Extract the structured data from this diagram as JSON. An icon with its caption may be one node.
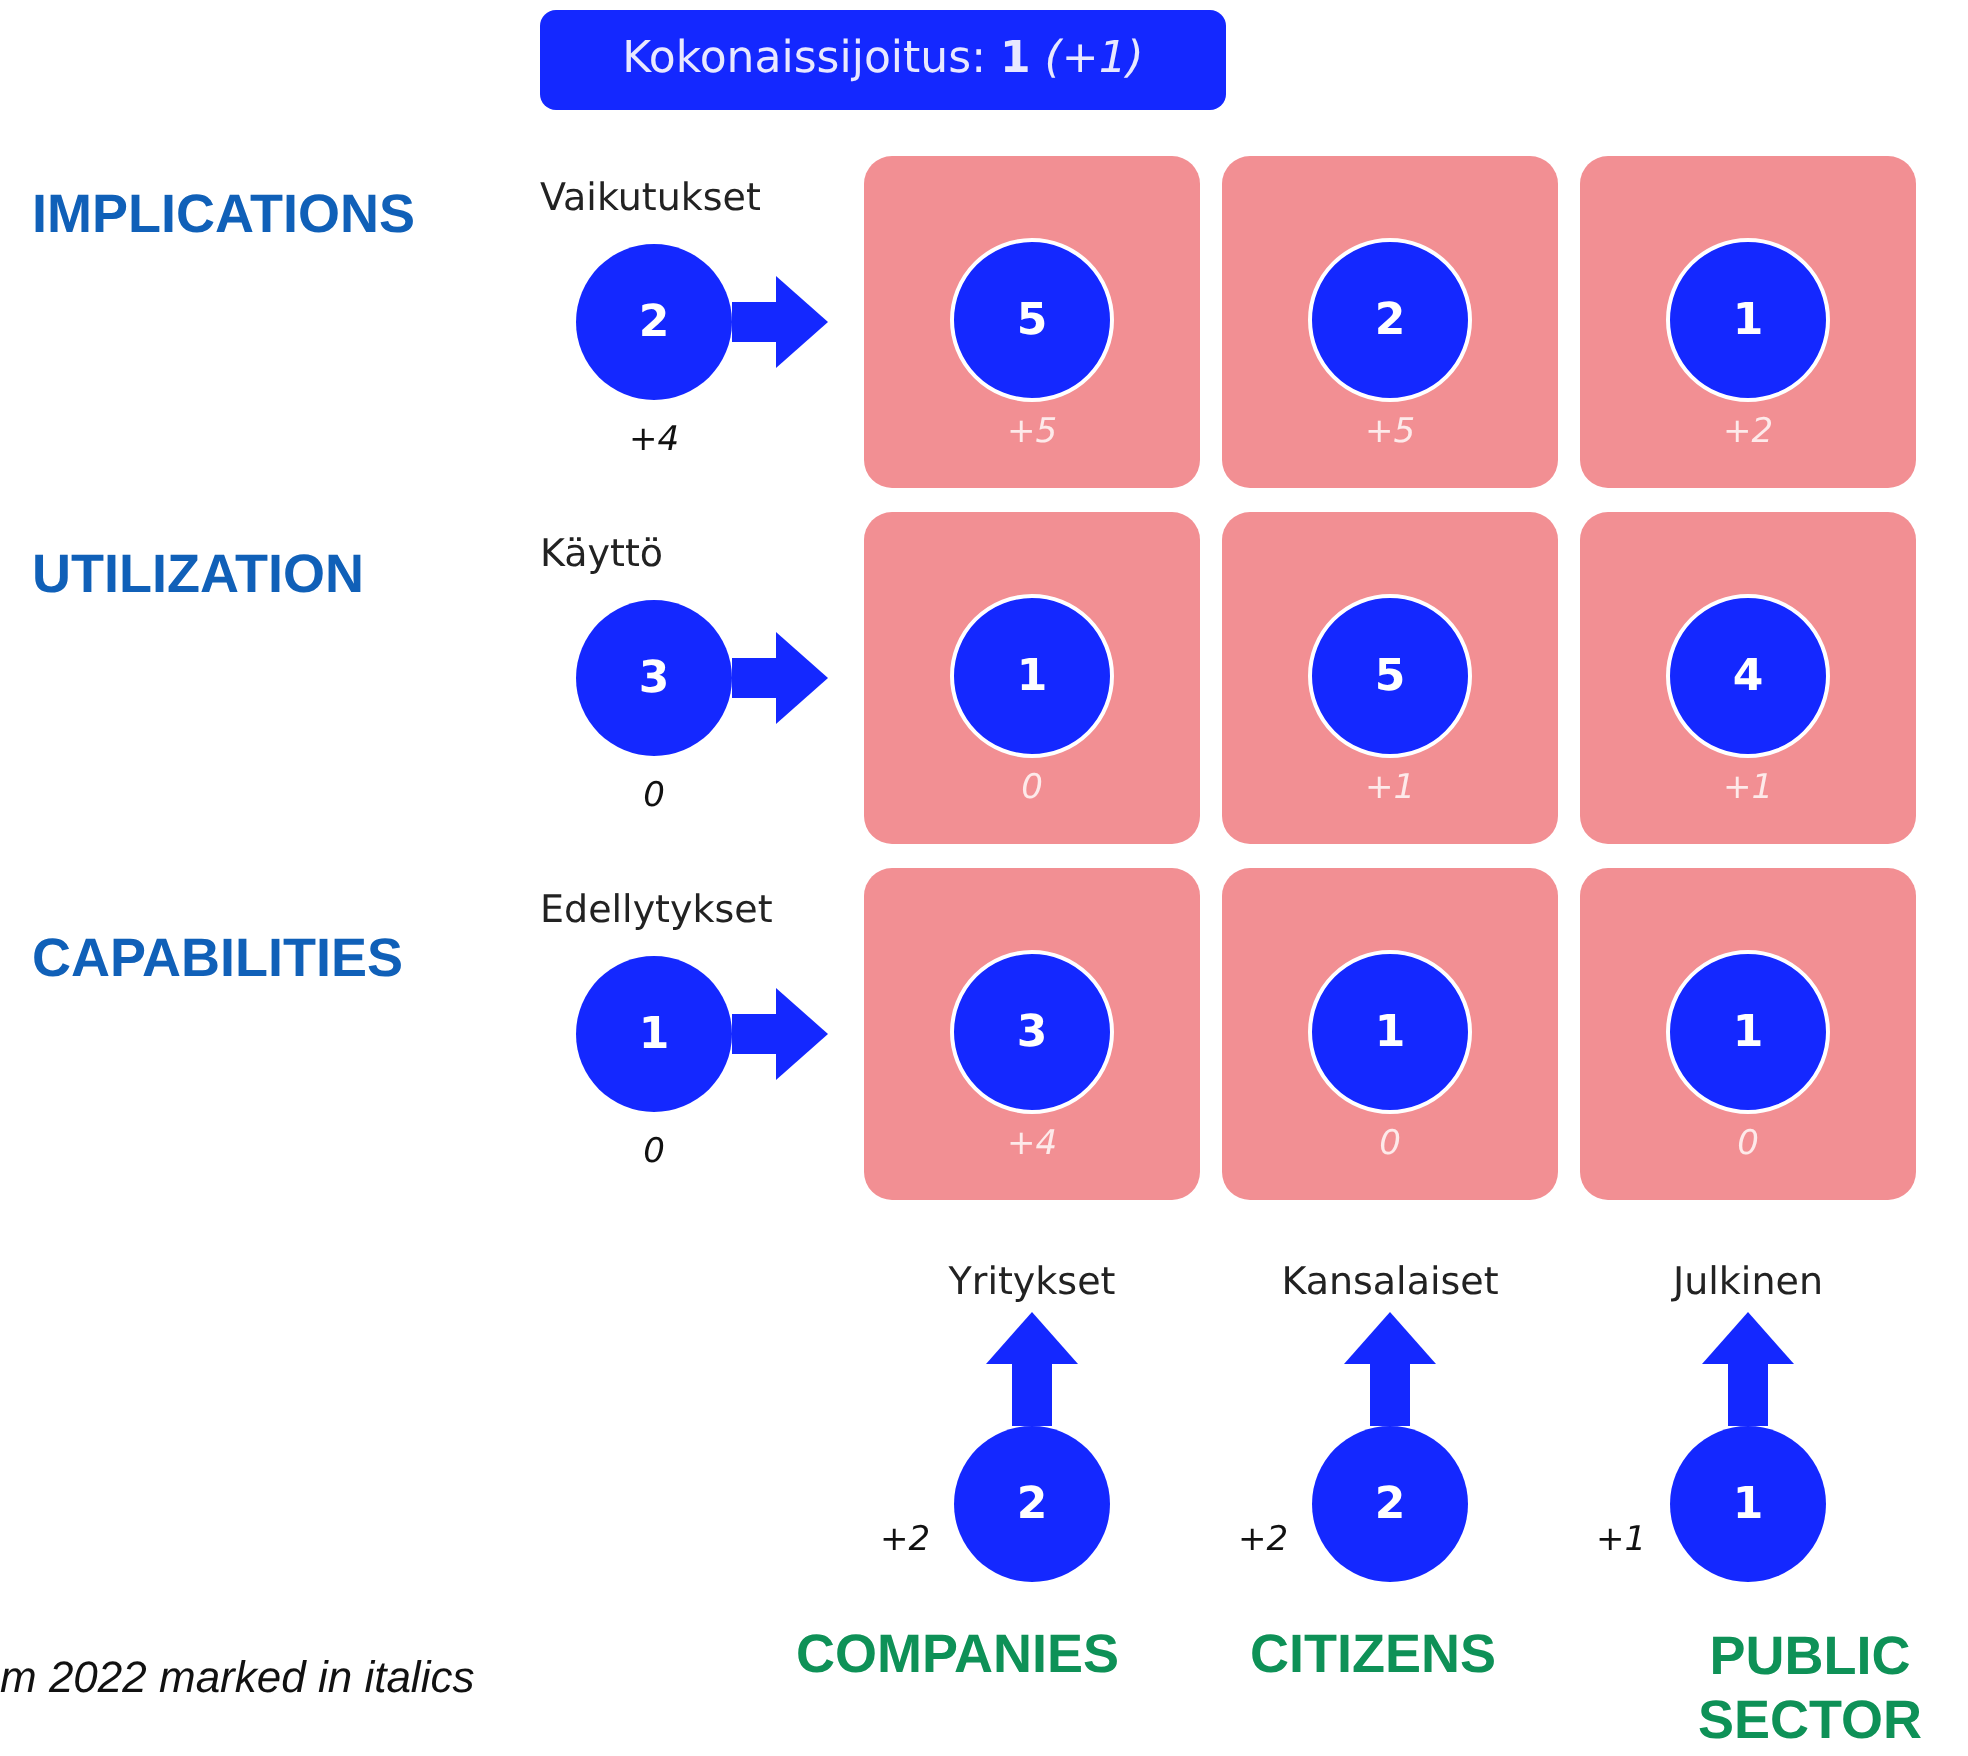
{
  "diagram": {
    "nodes": [
      {
        "text": [
          "Kokonaissijoitus: **1** *(+1)*"
        ]
      },
      {
        "text": [
          "Vaikutukset",
          "2"
        ],
        "beside": [
          "+4"
        ]
      },
      {
        "text": [
          "+5"
        ]
      },
      {
        "text": [
          "5"
        ],
        "in": 2
      },
      {
        "text": [
          "+5"
        ]
      },
      {
        "text": [
          "2"
        ],
        "in": 4
      },
      {
        "text": [
          "+2"
        ]
      },
      {
        "text": [
          "1"
        ],
        "in": 6
      },
      {
        "text": [
          "Käyttö",
          "3"
        ],
        "beside": [
          "0"
        ]
      },
      {
        "text": [
          "0"
        ]
      },
      {
        "text": [
          "1"
        ],
        "in": 9
      },
      {
        "text": [
          "+1"
        ]
      },
      {
        "text": [
          "5"
        ],
        "in": 11
      },
      {
        "text": [
          "+1"
        ]
      },
      {
        "text": [
          "4"
        ],
        "in": 13
      },
      {
        "text": [
          "Edellytykset",
          "1"
        ],
        "beside": [
          "0"
        ]
      },
      {
        "text": [
          "+4"
        ]
      },
      {
        "text": [
          "3"
        ],
        "in": 16
      },
      {
        "text": [
          "0"
        ]
      },
      {
        "text": [
          "1"
        ],
        "in": 18
      },
      {
        "text": [
          "0"
        ]
      },
      {
        "text": [
          "1"
        ],
        "in": 20
      },
      {
        "text": [
          "Yritykset"
        ]
      },
      {
        "text": [
          "Kansalaiset"
        ]
      },
      {
        "text": [
          "Julkinen"
        ]
      },
      {
        "text": [
          "2"
        ],
        "beside": [
          "+2"
        ]
      },
      {
        "text": [
          "2"
        ],
        "beside": [
          "+2"
        ]
      },
      {
        "text": [
          "1"
        ],
        "beside": [
          "+1"
        ]
      }
    ],
    "edges": [
      {
        "from": 1,
        "to": 2,
        "arrow": "to"
      },
      {
        "from": 8,
        "to": 9,
        "arrow": "to"
      },
      {
        "from": 15,
        "to": 16,
        "arrow": "to"
      },
      {
        "from": 25,
        "to": 22,
        "arrow": "to"
      },
      {
        "from": 26,
        "to": 23,
        "arrow": "to"
      },
      {
        "from": 27,
        "to": 24,
        "arrow": "to"
      }
    ],
    "labels": [
      "IMPLICATIONS",
      "UTILIZATION",
      "CAPABILITIES",
      "m 2022 marked in italics",
      "COMPANIES",
      "CITIZENS",
      "PUBLIC SECTOR"
    ]
  }
}
